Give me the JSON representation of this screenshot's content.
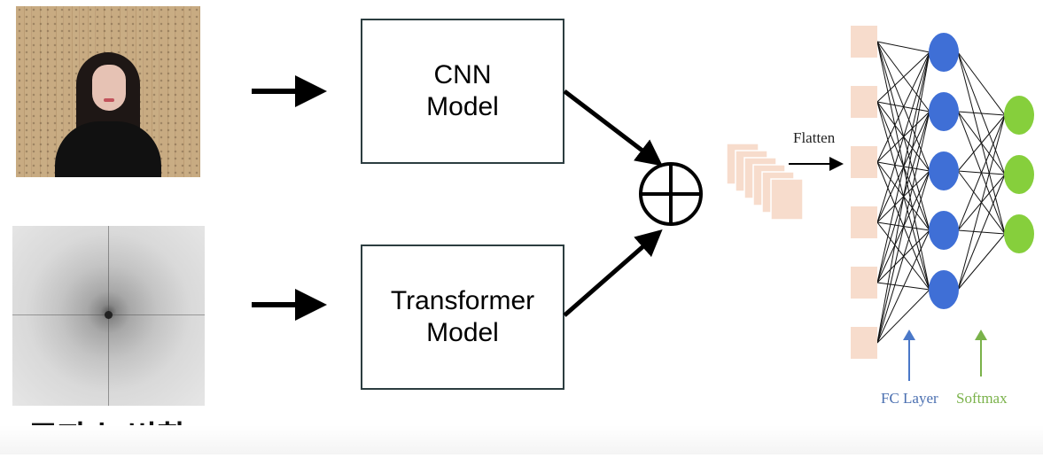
{
  "inputs": {
    "video_frame": {
      "icon": "person-video-frame"
    },
    "frequency_image": {
      "icon": "fft-spectrum"
    },
    "caption": "주파수 변환"
  },
  "models": {
    "cnn": {
      "label": "CNN\nModel"
    },
    "transformer": {
      "label": "Transformer\nModel"
    }
  },
  "fusion": {
    "icon": "circled-plus-icon"
  },
  "classifier": {
    "flatten_label": "Flatten",
    "fc_label": "FC Layer",
    "softmax_label": "Softmax",
    "input_node_count": 6,
    "hidden_node_count": 5,
    "output_node_count": 3,
    "colors": {
      "input": "#f7dccc",
      "hidden": "#3f6fd6",
      "output": "#86cf3c",
      "fc_arrow": "#4a78c8",
      "softmax_arrow": "#7ab24a"
    }
  }
}
